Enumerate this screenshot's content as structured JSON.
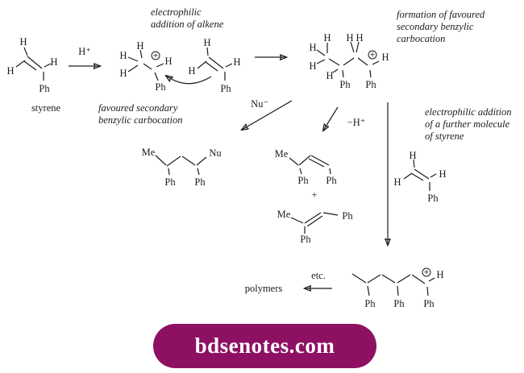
{
  "symbols": {
    "h": "H",
    "ph": "Ph",
    "me": "Me",
    "nu": "Nu",
    "plus": "+",
    "charge": "+"
  },
  "reagents": {
    "h_plus": "H⁺",
    "nu_minus": "Nu⁻",
    "minus_h_plus": "−H⁺"
  },
  "labels": {
    "styrene": "styrene",
    "polymers": "polymers",
    "etc": "etc."
  },
  "annotations": {
    "addition": [
      "electrophilic",
      "addition of alkene"
    ],
    "formation": [
      "formation of favoured",
      "secondary benzylic",
      "carbocation"
    ],
    "favoured": [
      "favoured secondary",
      "benzylic carbocation"
    ],
    "further": [
      "electrophilic addition",
      "of a further molecule",
      "of styrene"
    ]
  },
  "banner": {
    "text": "bdsenotes.com",
    "bg": "#8e1063",
    "fg": "#ffffff"
  },
  "colors": {
    "ink": "#1c1c1c",
    "background": "#ffffff"
  }
}
